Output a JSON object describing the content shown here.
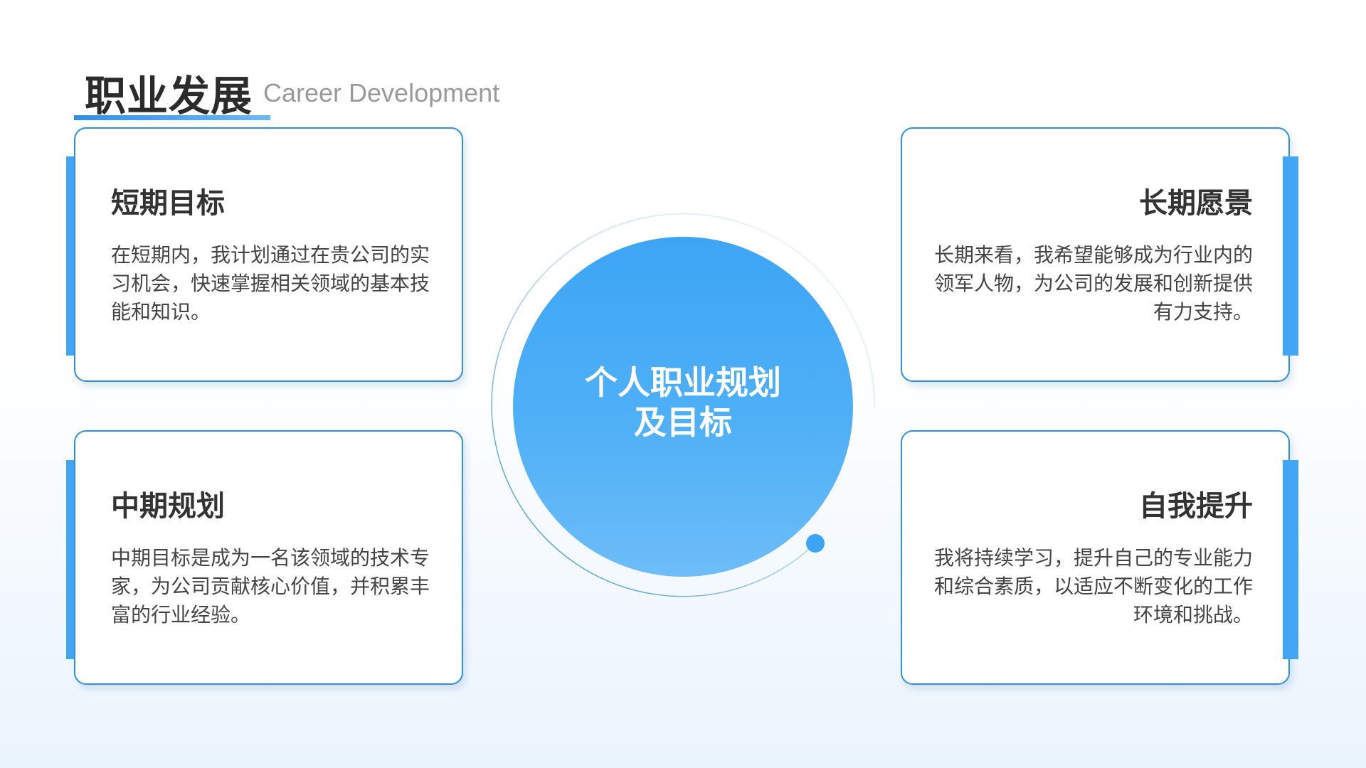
{
  "header": {
    "title": "职业发展",
    "subtitle": "Career Development"
  },
  "center": {
    "line1": "个人职业规划",
    "line2": "及目标"
  },
  "cards": [
    {
      "title": "短期目标",
      "body": "在短期内，我计划通过在贵公司的实习机会，快速掌握相关领域的基本技能和知识。"
    },
    {
      "title": "中期规划",
      "body": "中期目标是成为一名该领域的技术专家，为公司贡献核心价值，并积累丰富的行业经验。"
    },
    {
      "title": "长期愿景",
      "body": "长期来看，我希望能够成为行业内的领军人物，为公司的发展和创新提供有力支持。"
    },
    {
      "title": "自我提升",
      "body": "我将持续学习，提升自己的专业能力和综合素质，以适应不断变化的工作环境和挑战。"
    }
  ],
  "colors": {
    "accent": "#42a5f5",
    "border": "#2f8fe0",
    "text": "#333333"
  }
}
